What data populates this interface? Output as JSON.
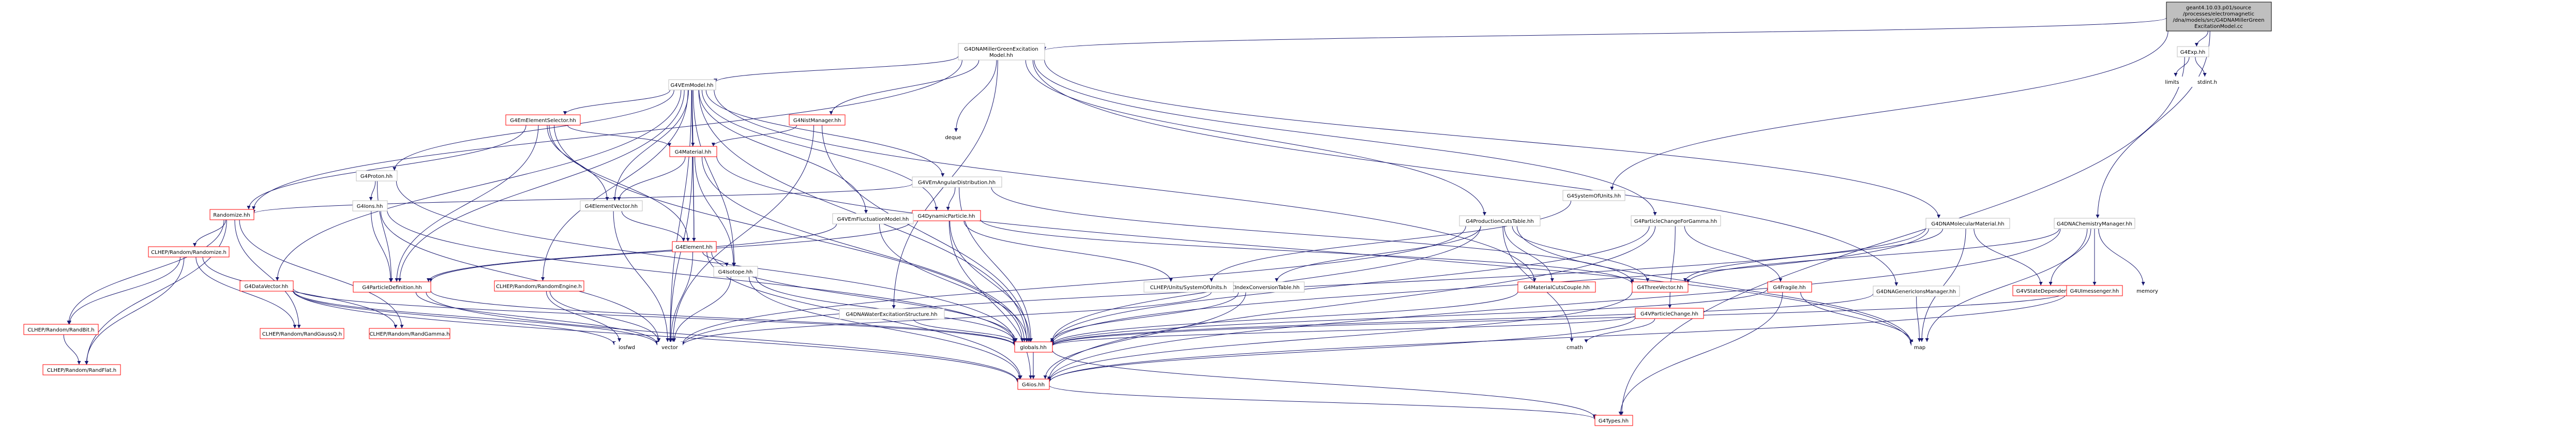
{
  "nodes": [
    {
      "id": "root",
      "lines": [
        "geant4.10.03.p01/source",
        "/processes/electromagnetic",
        "/dna/models/src/G4DNAMillerGreen",
        "ExcitationModel.cc"
      ],
      "style": "root"
    },
    {
      "id": "millerGreen",
      "lines": [
        "G4DNAMillerGreenExcitation",
        "Model.hh"
      ],
      "style": "normal"
    },
    {
      "id": "exp",
      "lines": [
        "G4Exp.hh"
      ],
      "style": "normal"
    },
    {
      "id": "limits",
      "lines": [
        "limits"
      ],
      "style": "plain"
    },
    {
      "id": "stdint",
      "lines": [
        "stdint.h"
      ],
      "style": "plain"
    },
    {
      "id": "vEmModel",
      "lines": [
        "G4VEmModel.hh"
      ],
      "style": "normal"
    },
    {
      "id": "deque",
      "lines": [
        "deque"
      ],
      "style": "plain"
    },
    {
      "id": "emElemSel",
      "lines": [
        "G4EmElementSelector.hh"
      ],
      "style": "red"
    },
    {
      "id": "nistMgr",
      "lines": [
        "G4NistManager.hh"
      ],
      "style": "red"
    },
    {
      "id": "material",
      "lines": [
        "G4Material.hh"
      ],
      "style": "red"
    },
    {
      "id": "proton",
      "lines": [
        "G4Proton.hh"
      ],
      "style": "normal"
    },
    {
      "id": "emAngDist",
      "lines": [
        "G4VEmAngularDistribution.hh"
      ],
      "style": "normal"
    },
    {
      "id": "sysUnits",
      "lines": [
        "G4SystemOfUnits.hh"
      ],
      "style": "normal"
    },
    {
      "id": "ions",
      "lines": [
        "G4Ions.hh"
      ],
      "style": "normal"
    },
    {
      "id": "randomize",
      "lines": [
        "Randomize.hh"
      ],
      "style": "red"
    },
    {
      "id": "elemVector",
      "lines": [
        "G4ElementVector.hh"
      ],
      "style": "normal"
    },
    {
      "id": "dynParticle",
      "lines": [
        "G4DynamicParticle.hh"
      ],
      "style": "red"
    },
    {
      "id": "emFluct",
      "lines": [
        "G4VEmFluctuationModel.hh"
      ],
      "style": "normal"
    },
    {
      "id": "element",
      "lines": [
        "G4Element.hh"
      ],
      "style": "red"
    },
    {
      "id": "isotope",
      "lines": [
        "G4Isotope.hh"
      ],
      "style": "normal"
    },
    {
      "id": "clhepRandomize",
      "lines": [
        "CLHEP/Random/Randomize.h"
      ],
      "style": "red"
    },
    {
      "id": "dataVector",
      "lines": [
        "G4DataVector.hh"
      ],
      "style": "red"
    },
    {
      "id": "partDef",
      "lines": [
        "G4ParticleDefinition.hh"
      ],
      "style": "red"
    },
    {
      "id": "randEngine",
      "lines": [
        "CLHEP/Random/RandomEngine.h"
      ],
      "style": "red"
    },
    {
      "id": "dnaWater",
      "lines": [
        "G4DNAWaterExcitationStructure.hh"
      ],
      "style": "normal"
    },
    {
      "id": "prodCuts",
      "lines": [
        "G4ProductionCutsTable.hh"
      ],
      "style": "normal"
    },
    {
      "id": "chargeFeGamma",
      "lines": [
        "G4ParticleChangeForGamma.hh"
      ],
      "style": "normal"
    },
    {
      "id": "dnaMolMat",
      "lines": [
        "G4DNAMolecularMaterial.hh"
      ],
      "style": "normal"
    },
    {
      "id": "dnaChemMgr",
      "lines": [
        "G4DNAChemistryManager.hh"
      ],
      "style": "normal"
    },
    {
      "id": "mcIndex",
      "lines": [
        "G4MCCIndexConversionTable.hh"
      ],
      "style": "normal"
    },
    {
      "id": "clhepUnits",
      "lines": [
        "CLHEP/Units/SystemOfUnits.h"
      ],
      "style": "normal"
    },
    {
      "id": "threeVec",
      "lines": [
        "G4ThreeVector.hh"
      ],
      "style": "red"
    },
    {
      "id": "matCuts",
      "lines": [
        "G4MaterialCutsCouple.hh"
      ],
      "style": "red"
    },
    {
      "id": "vPartChange",
      "lines": [
        "G4VParticleChange.hh"
      ],
      "style": "red"
    },
    {
      "id": "fragile",
      "lines": [
        "G4Fragile.hh"
      ],
      "style": "red"
    },
    {
      "id": "dnaGenIons",
      "lines": [
        "G4DNAGenericIonsManager.hh"
      ],
      "style": "normal"
    },
    {
      "id": "vStateDep",
      "lines": [
        "G4VStateDependent.hh"
      ],
      "style": "red"
    },
    {
      "id": "umsg",
      "lines": [
        "G4UImessenger.hh"
      ],
      "style": "red"
    },
    {
      "id": "memory",
      "lines": [
        "memory"
      ],
      "style": "plain"
    },
    {
      "id": "randBit",
      "lines": [
        "CLHEP/Random/RandBit.h"
      ],
      "style": "red"
    },
    {
      "id": "randGaussQ",
      "lines": [
        "CLHEP/Random/RandGaussQ.h"
      ],
      "style": "red"
    },
    {
      "id": "randGamma",
      "lines": [
        "CLHEP/Random/RandGamma.h"
      ],
      "style": "red"
    },
    {
      "id": "randFlat",
      "lines": [
        "CLHEP/Random/RandFlat.h"
      ],
      "style": "red"
    },
    {
      "id": "iosfwd",
      "lines": [
        "iosfwd"
      ],
      "style": "plain"
    },
    {
      "id": "vector",
      "lines": [
        "vector"
      ],
      "style": "plain"
    },
    {
      "id": "globals",
      "lines": [
        "globals.hh"
      ],
      "style": "red"
    },
    {
      "id": "cmath",
      "lines": [
        "cmath"
      ],
      "style": "plain"
    },
    {
      "id": "map",
      "lines": [
        "map"
      ],
      "style": "plain"
    },
    {
      "id": "g4ios",
      "lines": [
        "G4ios.hh"
      ],
      "style": "red"
    },
    {
      "id": "g4types",
      "lines": [
        "G4Types.hh"
      ],
      "style": "red"
    }
  ],
  "edges": [
    [
      "root",
      "millerGreen"
    ],
    [
      "root",
      "exp"
    ],
    [
      "root",
      "sysUnits"
    ],
    [
      "root",
      "dnaChemMgr"
    ],
    [
      "exp",
      "limits"
    ],
    [
      "exp",
      "stdint"
    ],
    [
      "exp",
      "g4types"
    ],
    [
      "millerGreen",
      "vEmModel"
    ],
    [
      "millerGreen",
      "deque"
    ],
    [
      "millerGreen",
      "nistMgr"
    ],
    [
      "millerGreen",
      "randomize"
    ],
    [
      "millerGreen",
      "prodCuts"
    ],
    [
      "millerGreen",
      "chargeFeGamma"
    ],
    [
      "millerGreen",
      "dnaGenIons"
    ],
    [
      "millerGreen",
      "dnaMolMat"
    ],
    [
      "millerGreen",
      "dnaWater"
    ],
    [
      "vEmModel",
      "emElemSel"
    ],
    [
      "vEmModel",
      "material"
    ],
    [
      "vEmModel",
      "proton"
    ],
    [
      "vEmModel",
      "emAngDist"
    ],
    [
      "vEmModel",
      "elemVector"
    ],
    [
      "vEmModel",
      "dynParticle"
    ],
    [
      "vEmModel",
      "emFluct"
    ],
    [
      "vEmModel",
      "element"
    ],
    [
      "vEmModel",
      "isotope"
    ],
    [
      "vEmModel",
      "dataVector"
    ],
    [
      "vEmModel",
      "partDef"
    ],
    [
      "vEmModel",
      "randEngine"
    ],
    [
      "vEmModel",
      "matCuts"
    ],
    [
      "vEmModel",
      "globals"
    ],
    [
      "vEmModel",
      "vector"
    ],
    [
      "emElemSel",
      "material"
    ],
    [
      "emElemSel",
      "elemVector"
    ],
    [
      "emElemSel",
      "element"
    ],
    [
      "emElemSel",
      "randomize"
    ],
    [
      "emElemSel",
      "partDef"
    ],
    [
      "emElemSel",
      "globals"
    ],
    [
      "nistMgr",
      "material"
    ],
    [
      "nistMgr",
      "globals"
    ],
    [
      "nistMgr",
      "vector"
    ],
    [
      "material",
      "elemVector"
    ],
    [
      "material",
      "element"
    ],
    [
      "material",
      "isotope"
    ],
    [
      "material",
      "globals"
    ],
    [
      "material",
      "vector"
    ],
    [
      "material",
      "map"
    ],
    [
      "proton",
      "ions"
    ],
    [
      "proton",
      "partDef"
    ],
    [
      "proton",
      "globals"
    ],
    [
      "emAngDist",
      "dynParticle"
    ],
    [
      "emAngDist",
      "threeVec"
    ],
    [
      "emAngDist",
      "globals"
    ],
    [
      "emAngDist",
      "randomize"
    ],
    [
      "sysUnits",
      "clhepUnits"
    ],
    [
      "ions",
      "partDef"
    ],
    [
      "ions",
      "globals"
    ],
    [
      "ions",
      "vector"
    ],
    [
      "randomize",
      "clhepRandomize"
    ],
    [
      "randomize",
      "randBit"
    ],
    [
      "randomize",
      "randGaussQ"
    ],
    [
      "randomize",
      "randGamma"
    ],
    [
      "randomize",
      "randFlat"
    ],
    [
      "elemVector",
      "element"
    ],
    [
      "elemVector",
      "vector"
    ],
    [
      "dynParticle",
      "partDef"
    ],
    [
      "dynParticle",
      "threeVec"
    ],
    [
      "dynParticle",
      "globals"
    ],
    [
      "dynParticle",
      "g4ios"
    ],
    [
      "dynParticle",
      "clhepUnits"
    ],
    [
      "emFluct",
      "partDef"
    ],
    [
      "emFluct",
      "globals"
    ],
    [
      "element",
      "isotope"
    ],
    [
      "element",
      "globals"
    ],
    [
      "element",
      "g4ios"
    ],
    [
      "element",
      "vector"
    ],
    [
      "isotope",
      "globals"
    ],
    [
      "isotope",
      "g4ios"
    ],
    [
      "isotope",
      "vector"
    ],
    [
      "clhepRandomize",
      "randBit"
    ],
    [
      "clhepRandomize",
      "randGaussQ"
    ],
    [
      "clhepRandomize",
      "randGamma"
    ],
    [
      "clhepRandomize",
      "randFlat"
    ],
    [
      "dataVector",
      "globals"
    ],
    [
      "dataVector",
      "vector"
    ],
    [
      "dataVector",
      "iosfwd"
    ],
    [
      "dataVector",
      "g4ios"
    ],
    [
      "partDef",
      "globals"
    ],
    [
      "partDef",
      "vector"
    ],
    [
      "partDef",
      "g4ios"
    ],
    [
      "randEngine",
      "iosfwd"
    ],
    [
      "randEngine",
      "vector"
    ],
    [
      "dnaWater",
      "globals"
    ],
    [
      "prodCuts",
      "mcIndex"
    ],
    [
      "prodCuts",
      "matCuts"
    ],
    [
      "prodCuts",
      "threeVec"
    ],
    [
      "prodCuts",
      "globals"
    ],
    [
      "prodCuts",
      "vector"
    ],
    [
      "prodCuts",
      "cmath"
    ],
    [
      "prodCuts",
      "map"
    ],
    [
      "chargeFeGamma",
      "vPartChange"
    ],
    [
      "chargeFeGamma",
      "fragile"
    ],
    [
      "chargeFeGamma",
      "globals"
    ],
    [
      "chargeFeGamma",
      "g4ios"
    ],
    [
      "dnaMolMat",
      "vStateDep"
    ],
    [
      "dnaMolMat",
      "globals"
    ],
    [
      "dnaMolMat",
      "map"
    ],
    [
      "dnaMolMat",
      "threeVec"
    ],
    [
      "dnaMolMat",
      "vector"
    ],
    [
      "dnaChemMgr",
      "vStateDep"
    ],
    [
      "dnaChemMgr",
      "umsg"
    ],
    [
      "dnaChemMgr",
      "memory"
    ],
    [
      "dnaChemMgr",
      "map"
    ],
    [
      "dnaChemMgr",
      "threeVec"
    ],
    [
      "dnaChemMgr",
      "g4ios"
    ],
    [
      "mcIndex",
      "globals"
    ],
    [
      "mcIndex",
      "vector"
    ],
    [
      "mcIndex",
      "g4ios"
    ],
    [
      "matCuts",
      "globals"
    ],
    [
      "threeVec",
      "g4ios"
    ],
    [
      "vPartChange",
      "globals"
    ],
    [
      "vPartChange",
      "cmath"
    ],
    [
      "vPartChange",
      "g4ios"
    ],
    [
      "fragile",
      "globals"
    ],
    [
      "fragile",
      "map"
    ],
    [
      "fragile",
      "g4types"
    ],
    [
      "dnaGenIons",
      "globals"
    ],
    [
      "dnaGenIons",
      "map"
    ],
    [
      "umsg",
      "globals"
    ],
    [
      "umsg",
      "g4ios"
    ],
    [
      "randBit",
      "randFlat"
    ],
    [
      "globals",
      "g4ios"
    ],
    [
      "globals",
      "g4types"
    ],
    [
      "g4ios",
      "g4types"
    ]
  ]
}
